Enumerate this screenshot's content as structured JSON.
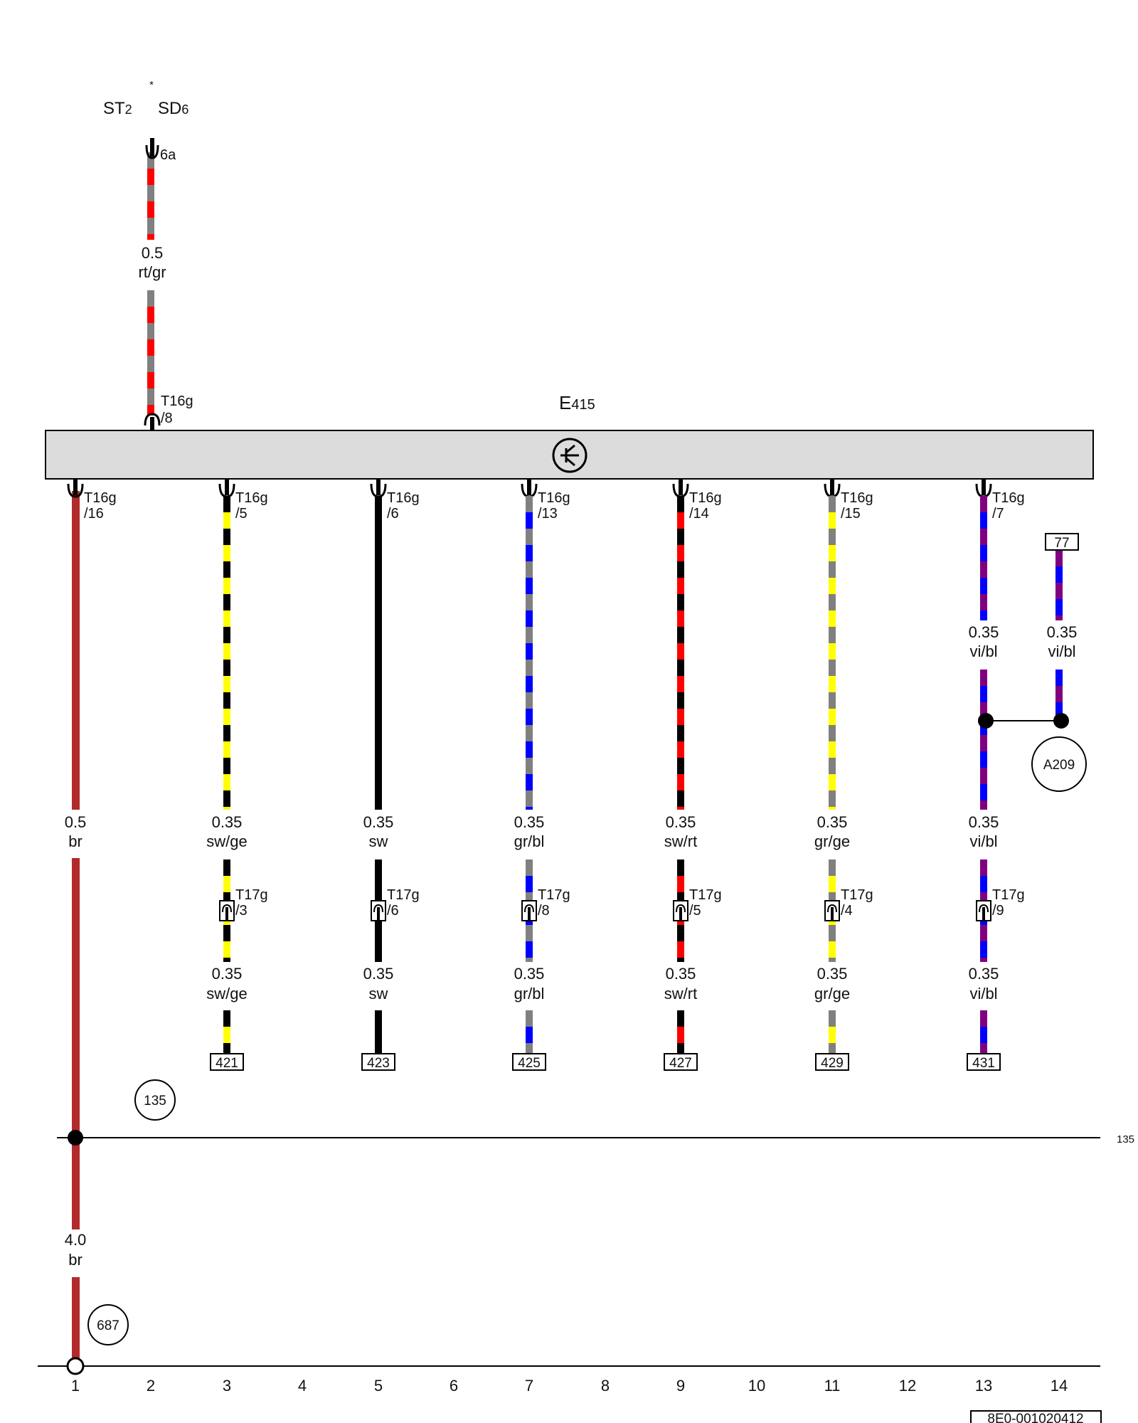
{
  "header": {
    "star": "*",
    "st2": "ST",
    "st2_sub": "2",
    "sd6": "SD",
    "sd6_sub": "6"
  },
  "top_wire": {
    "connector_label": "6a",
    "gauge": "0.5",
    "color": "rt/gr",
    "colors": [
      "#ff0000",
      "#808080"
    ],
    "end_connector": "T16g",
    "end_pin": "/8"
  },
  "component": {
    "name": "E",
    "name_sub": "415",
    "icon": "transistor-icon"
  },
  "ground_wire": {
    "connector": "T16g",
    "pin": "/16",
    "gauge": "0.5",
    "color": "br",
    "lower_gauge": "4.0",
    "lower_color": "br",
    "wire_color": "#b22a2a"
  },
  "signal_wires": [
    {
      "col": 3,
      "connector": "T16g",
      "pin": "/5",
      "gauge": "0.35",
      "color": "sw/ge",
      "colors": [
        "#000000",
        "#ffff00"
      ],
      "mid_connector": "T17g",
      "mid_pin": "/3",
      "gauge2": "0.35",
      "color2": "sw/ge",
      "ref": "421"
    },
    {
      "col": 5,
      "connector": "T16g",
      "pin": "/6",
      "gauge": "0.35",
      "color": "sw",
      "colors": [
        "#000000",
        "#000000"
      ],
      "mid_connector": "T17g",
      "mid_pin": "/6",
      "gauge2": "0.35",
      "color2": "sw",
      "ref": "423"
    },
    {
      "col": 7,
      "connector": "T16g",
      "pin": "/13",
      "gauge": "0.35",
      "color": "gr/bl",
      "colors": [
        "#808080",
        "#0000ff"
      ],
      "mid_connector": "T17g",
      "mid_pin": "/8",
      "gauge2": "0.35",
      "color2": "gr/bl",
      "ref": "425"
    },
    {
      "col": 9,
      "connector": "T16g",
      "pin": "/14",
      "gauge": "0.35",
      "color": "sw/rt",
      "colors": [
        "#000000",
        "#ff0000"
      ],
      "mid_connector": "T17g",
      "mid_pin": "/5",
      "gauge2": "0.35",
      "color2": "sw/rt",
      "ref": "427"
    },
    {
      "col": 11,
      "connector": "T16g",
      "pin": "/15",
      "gauge": "0.35",
      "color": "gr/ge",
      "colors": [
        "#808080",
        "#ffff00"
      ],
      "mid_connector": "T17g",
      "mid_pin": "/4",
      "gauge2": "0.35",
      "color2": "gr/ge",
      "ref": "429"
    },
    {
      "col": 13,
      "connector": "T16g",
      "pin": "/7",
      "gauge": "0.35",
      "color": "vi/bl",
      "colors": [
        "#800080",
        "#0000ff"
      ],
      "mid_connector": "T17g",
      "mid_pin": "/9",
      "gauge2": "0.35",
      "color2": "vi/bl",
      "ref": "431",
      "upper_gauge": "0.35",
      "upper_color": "vi/bl"
    }
  ],
  "branch_wire": {
    "ref": "77",
    "gauge": "0.35",
    "color": "vi/bl",
    "splice": "A209"
  },
  "ground_refs": {
    "circle_1": "135",
    "circle_2": "687",
    "side_ref": "135"
  },
  "axis": {
    "numbers": [
      "1",
      "2",
      "3",
      "4",
      "5",
      "6",
      "7",
      "8",
      "9",
      "10",
      "11",
      "12",
      "13",
      "14"
    ]
  },
  "footer": {
    "doc_id": "8E0-001020412"
  }
}
